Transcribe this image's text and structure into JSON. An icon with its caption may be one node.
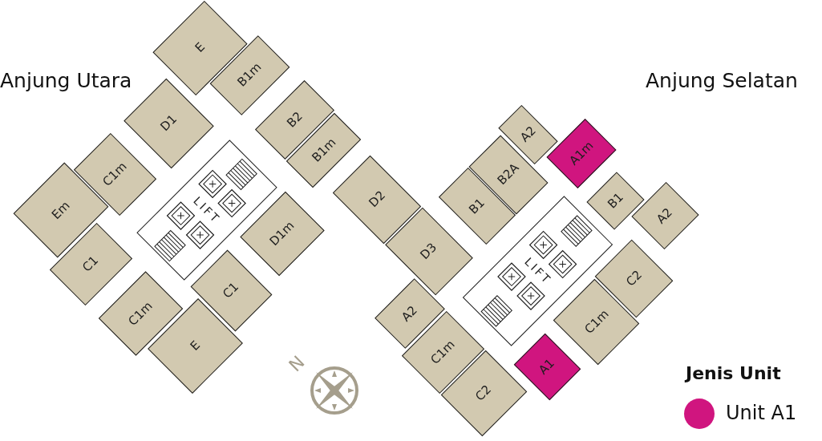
{
  "diagram": {
    "nodes": [
      {
        "text": [
          "E"
        ]
      },
      {
        "text": [
          "B1m"
        ]
      },
      {
        "text": [
          "D1"
        ]
      },
      {
        "text": [
          "B2"
        ]
      },
      {
        "text": [
          "B1m"
        ]
      },
      {
        "text": [
          "C1m"
        ]
      },
      {
        "text": [
          "Em"
        ]
      },
      {
        "text": [
          "LIFT"
        ]
      },
      {
        "text": [
          "C1"
        ]
      },
      {
        "text": [
          "C1m"
        ]
      },
      {
        "text": [
          "C1"
        ]
      },
      {
        "text": [
          "E"
        ]
      },
      {
        "text": [
          "D1m"
        ]
      },
      {
        "text": [
          "D2"
        ]
      },
      {
        "text": [
          "D3"
        ]
      },
      {
        "text": [
          "A2"
        ]
      },
      {
        "text": [
          "A2"
        ]
      },
      {
        "text": [
          "A1m"
        ]
      },
      {
        "text": [
          "B1"
        ]
      },
      {
        "text": [
          "B2A"
        ]
      },
      {
        "text": [
          "B1"
        ]
      },
      {
        "text": [
          "A2"
        ]
      },
      {
        "text": [
          "LIFT"
        ]
      },
      {
        "text": [
          "C2"
        ]
      },
      {
        "text": [
          "C1m"
        ]
      },
      {
        "text": [
          "C1m"
        ]
      },
      {
        "text": [
          "A1"
        ]
      },
      {
        "text": [
          "C2"
        ]
      }
    ],
    "labels": [
      "Anjung Utara",
      "Anjung Selatan",
      "N",
      "Jenis Unit"
    ],
    "legend": [
      {
        "text": "Unit A1",
        "color": "#d0157f"
      }
    ]
  }
}
